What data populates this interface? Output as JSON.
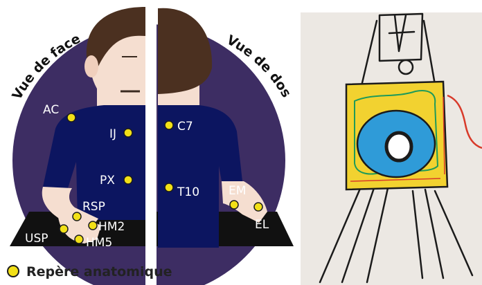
{
  "titles": {
    "front": "Vue de face",
    "back": "Vue de dos"
  },
  "landmarks": {
    "ac": "AC",
    "ij": "IJ",
    "px": "PX",
    "rsp": "RSP",
    "usp": "USP",
    "hm2": "HM2",
    "hm5": "HM5",
    "c7": "C7",
    "t10": "T10",
    "em": "EM",
    "el": "EL"
  },
  "legend": {
    "label": "Repère anatomique"
  },
  "colors": {
    "circle": "#3d2d63",
    "shirt": "#0c1560",
    "hair": "#4b3020",
    "skin": "#f5ded0",
    "marker": "#f2e017",
    "pants": "#111111",
    "paper": "#ece8e3",
    "drawing_yellow": "#f2d230",
    "drawing_blue": "#2f9bd8"
  }
}
